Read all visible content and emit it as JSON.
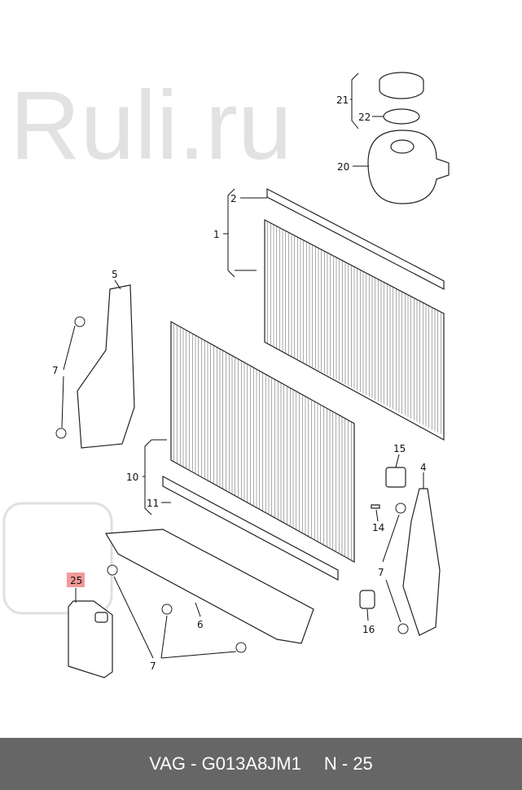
{
  "watermark": "Ruli.ru",
  "labels": {
    "p21": "21",
    "p22": "22",
    "p20": "20",
    "p2": "2",
    "p1": "1",
    "p5": "5",
    "p7a": "7",
    "p10": "10",
    "p11": "11",
    "p15": "15",
    "p4": "4",
    "p14": "14",
    "p7b": "7",
    "p16": "16",
    "p6": "6",
    "p7c": "7",
    "p25": "25"
  },
  "highlight_color": "#f08080",
  "footer": {
    "part_number": "VAG - G013A8JM1",
    "position": "N - 25"
  }
}
